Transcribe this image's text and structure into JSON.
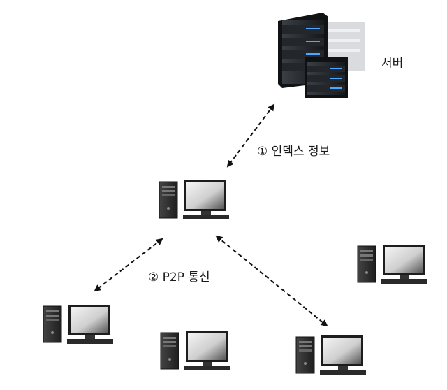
{
  "labels": {
    "server": "서버",
    "index_info": "① 인덱스 정보",
    "p2p": "② P2P 통신"
  },
  "icons": {
    "server": "server-rack-icon",
    "computer": "desktop-computer-icon"
  },
  "colors": {
    "line": "#111111",
    "tower": "#2b2b2b",
    "screen_dark": "#222222",
    "server_led": "#4aa8ff"
  },
  "computers": [
    "pc-central",
    "pc-right",
    "pc-bottom-left",
    "pc-bottom-middle",
    "pc-bottom-right"
  ]
}
